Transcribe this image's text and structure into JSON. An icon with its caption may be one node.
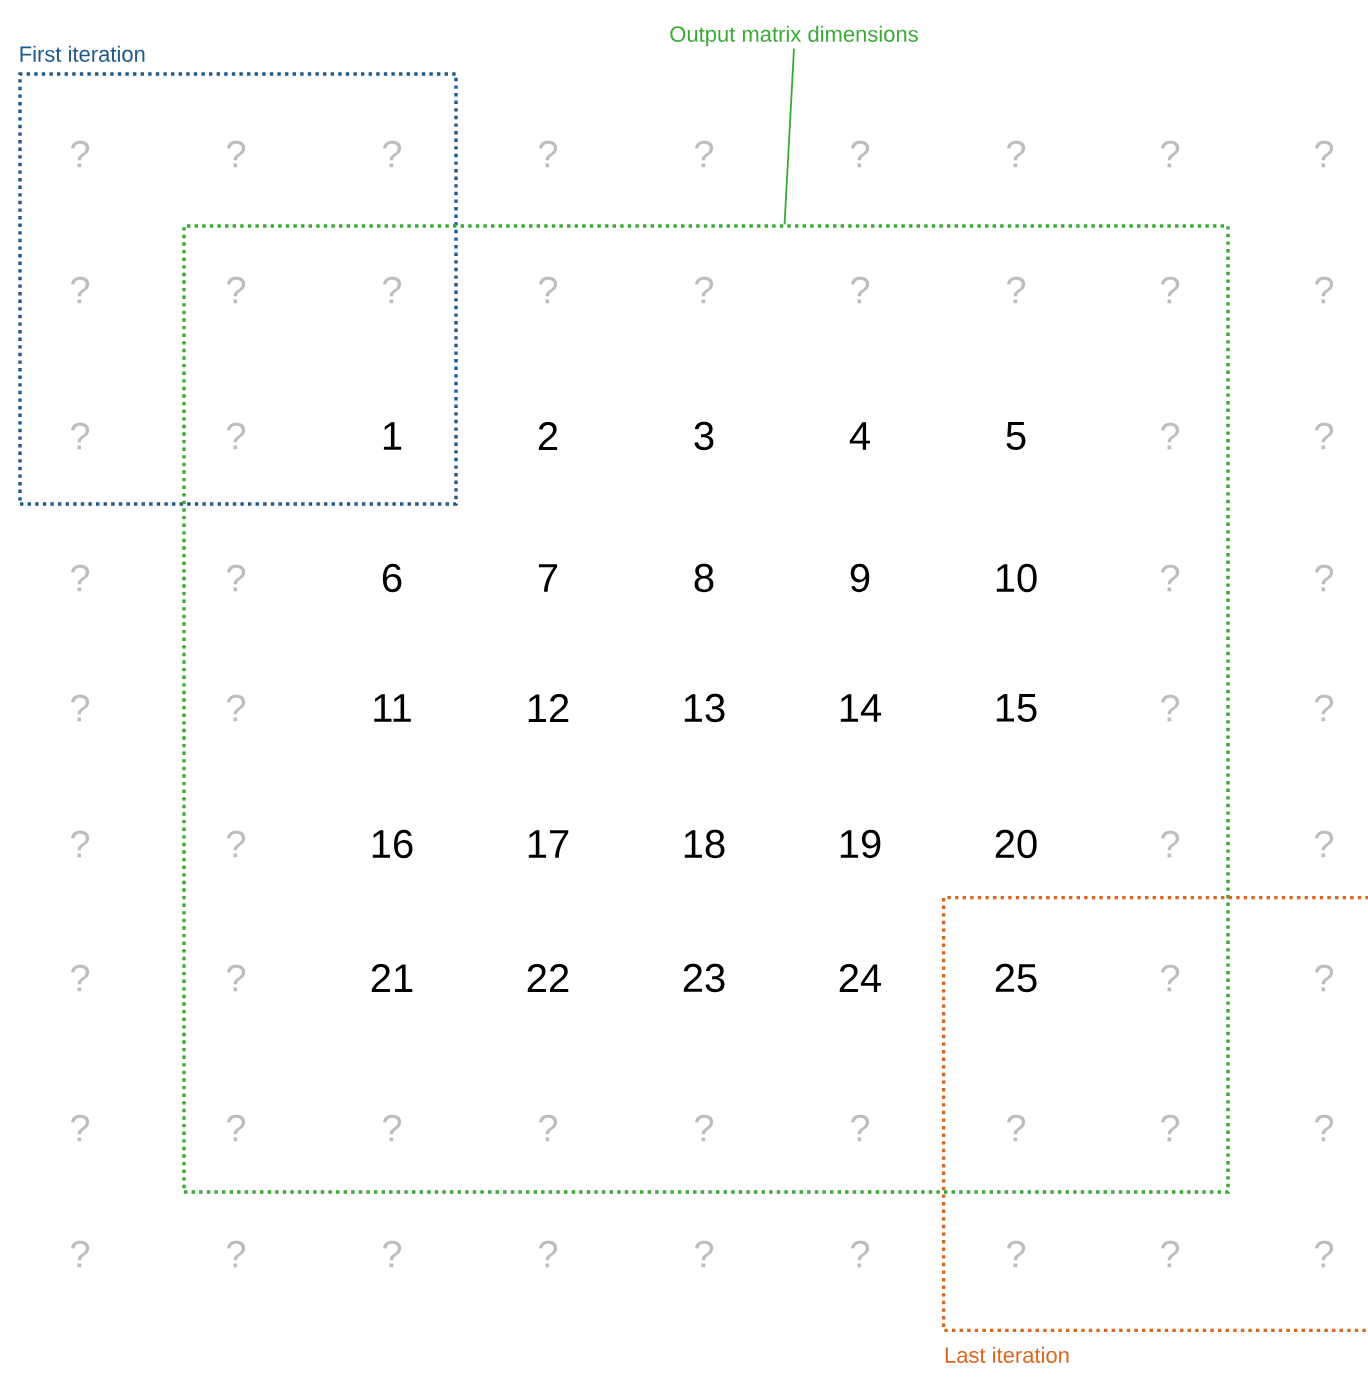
{
  "diagram": {
    "nodes": [
      {
        "text": [
          "First iteration"
        ]
      },
      {
        "text": [
          "Output matrix dimensions"
        ]
      },
      {
        "text": [],
        "shape": "box"
      },
      {
        "text": [
          "Last iteration"
        ]
      }
    ],
    "edges": [
      {
        "from": 1,
        "to": 2,
        "arrow": "none"
      }
    ],
    "labels": [
      "?",
      "?",
      "?",
      "?",
      "?",
      "?",
      "?",
      "?",
      "?",
      "?",
      "?",
      "?",
      "?",
      "?",
      "?",
      "?",
      "?",
      "?",
      "?",
      "?",
      "1",
      "2",
      "3",
      "4",
      "5",
      "?",
      "?",
      "?",
      "?",
      "6",
      "7",
      "8",
      "9",
      "10",
      "?",
      "?",
      "?",
      "?",
      "11",
      "12",
      "13",
      "14",
      "15",
      "?",
      "?",
      "?",
      "?",
      "16",
      "17",
      "18",
      "19",
      "20",
      "?",
      "?",
      "?",
      "?",
      "21",
      "22",
      "23",
      "24",
      "25",
      "?",
      "?",
      "?",
      "?",
      "?",
      "?",
      "?",
      "?",
      "?",
      "?",
      "?",
      "?",
      "?",
      "?",
      "?",
      "?",
      "?",
      "?",
      "?",
      "?"
    ]
  }
}
